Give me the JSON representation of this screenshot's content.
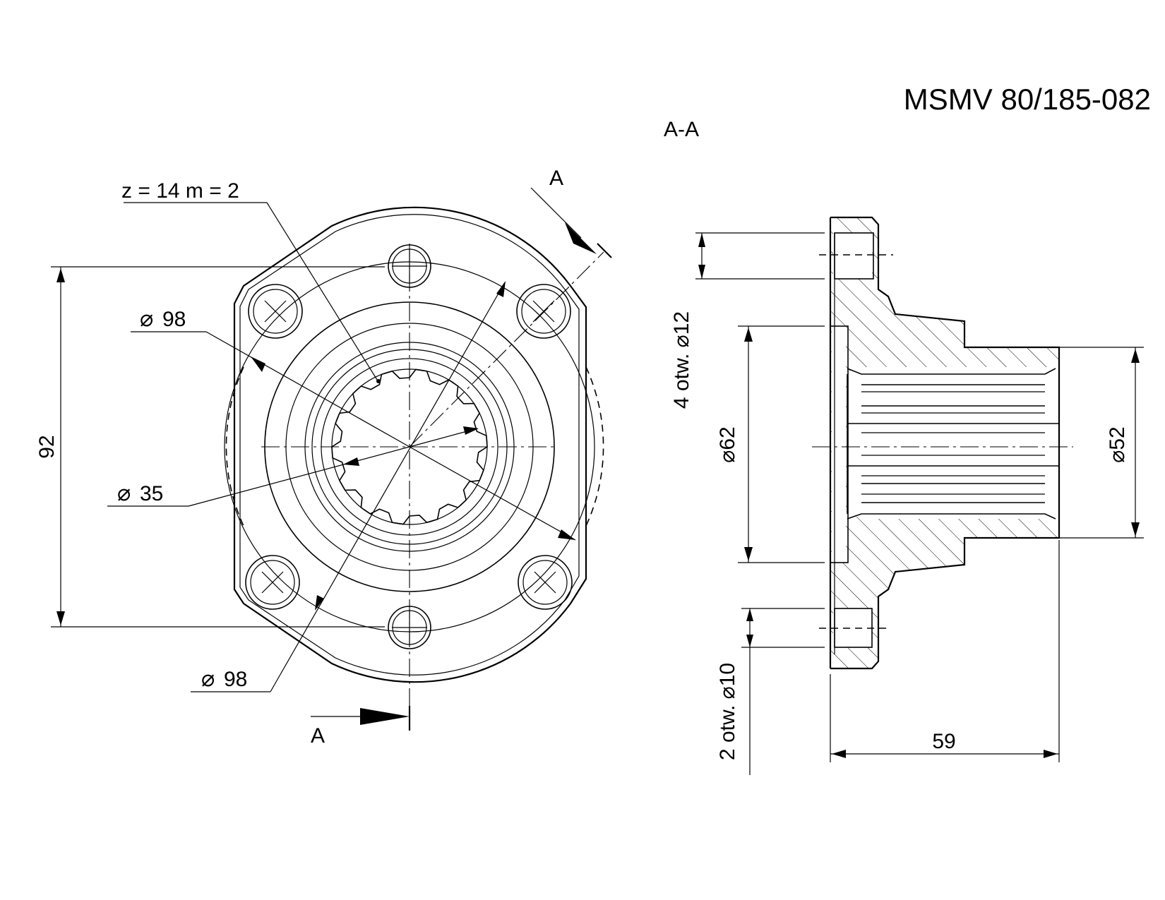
{
  "title": "MSMV 80/185-082",
  "section_label": "A-A",
  "cut_marker": "A",
  "front_view": {
    "spline_note": "z = 14  m = 2",
    "dim_outer_diameter_top": "98",
    "dim_inner_diameter": "35",
    "dim_outer_diameter_bottom": "98",
    "dim_height": "92",
    "diameter_symbol": "⌀"
  },
  "section_view": {
    "holes_4": "4 otw. ⌀12",
    "holes_2": "2 otw. ⌀10",
    "dim_left_diameter": "⌀62",
    "dim_right_diameter": "⌀52",
    "dim_length": "59"
  }
}
